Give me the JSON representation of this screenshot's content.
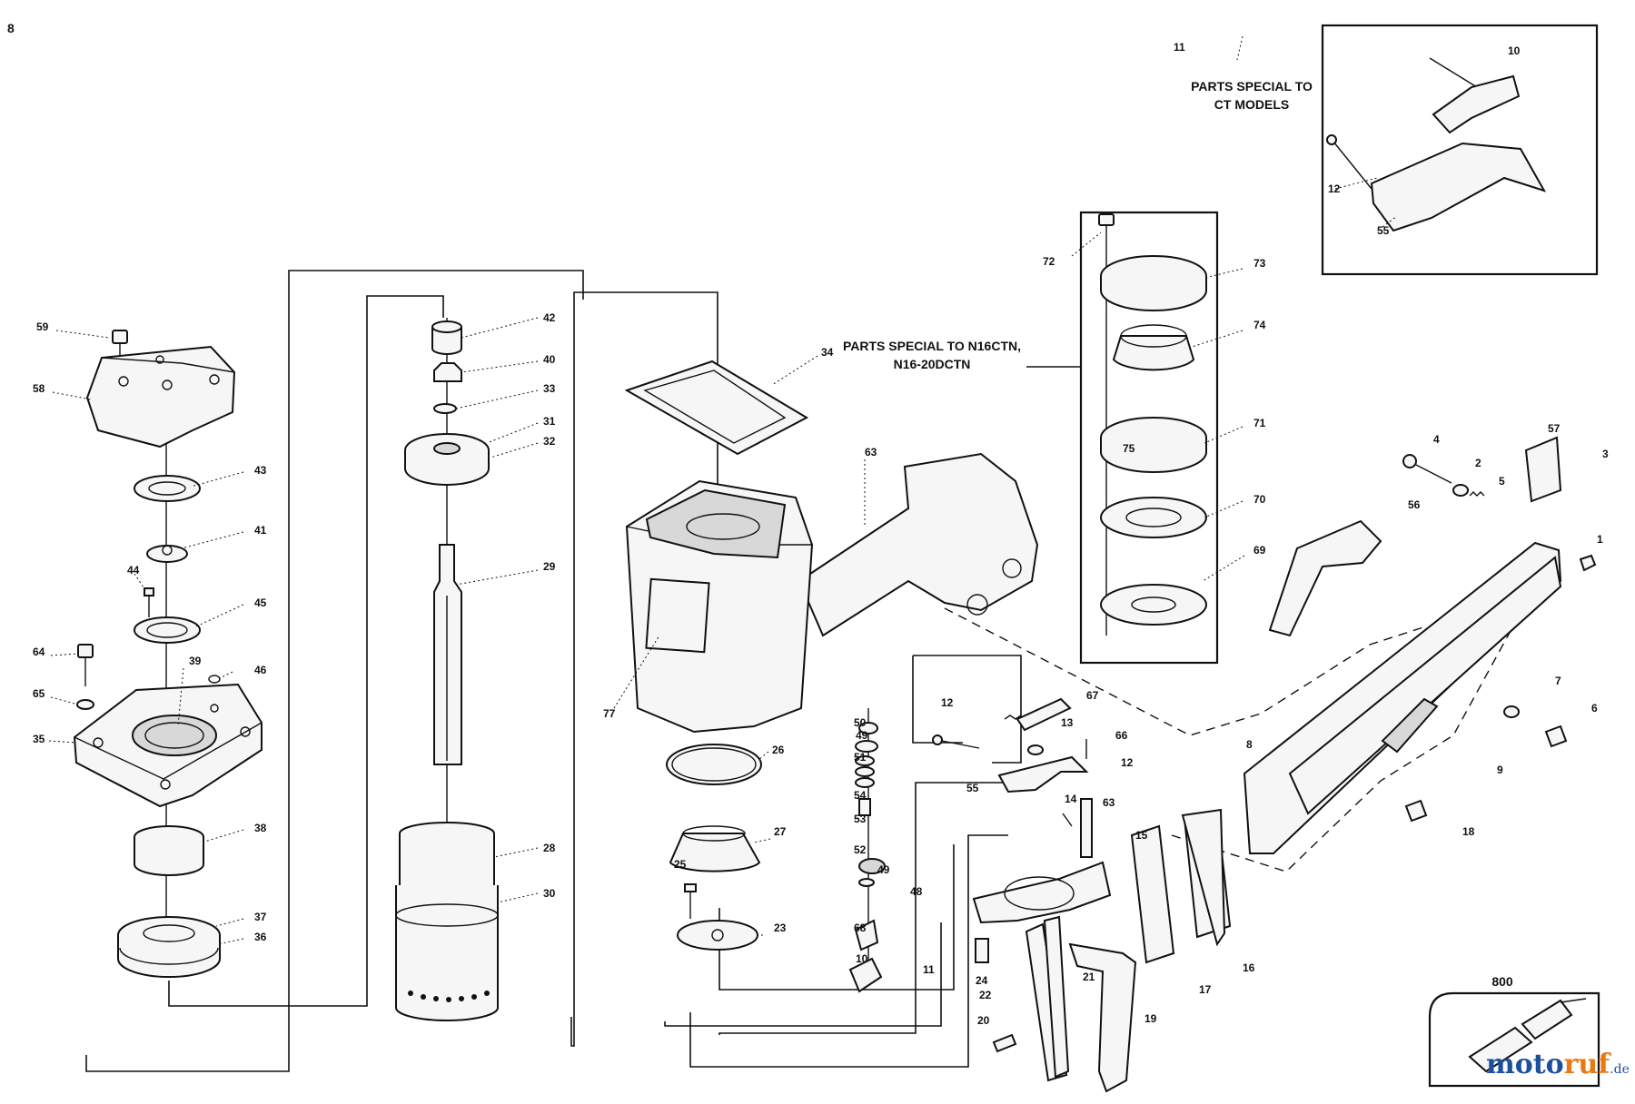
{
  "page_number": "8",
  "notes": {
    "ct_models_line1": "PARTS SPECIAL TO",
    "ct_models_line2": "CT MODELS",
    "n16_line1": "PARTS SPECIAL TO N16CTN,",
    "n16_line2": "N16-20DCTN"
  },
  "kit_label": "800",
  "watermark": {
    "brand_a": "moto",
    "brand_b": "ruf",
    "tld": ".de"
  },
  "part_labels": [
    "1",
    "2",
    "3",
    "4",
    "5",
    "6",
    "7",
    "8",
    "9",
    "10",
    "11",
    "12",
    "13",
    "14",
    "15",
    "16",
    "17",
    "18",
    "19",
    "20",
    "21",
    "22",
    "23",
    "24",
    "25",
    "26",
    "27",
    "28",
    "29",
    "30",
    "31",
    "32",
    "33",
    "34",
    "35",
    "36",
    "37",
    "38",
    "39",
    "40",
    "41",
    "42",
    "43",
    "44",
    "45",
    "46",
    "48",
    "49",
    "50",
    "51",
    "52",
    "53",
    "54",
    "55",
    "56",
    "57",
    "58",
    "59",
    "63",
    "64",
    "65",
    "66",
    "67",
    "68",
    "69",
    "70",
    "71",
    "72",
    "73",
    "74",
    "75",
    "77"
  ]
}
